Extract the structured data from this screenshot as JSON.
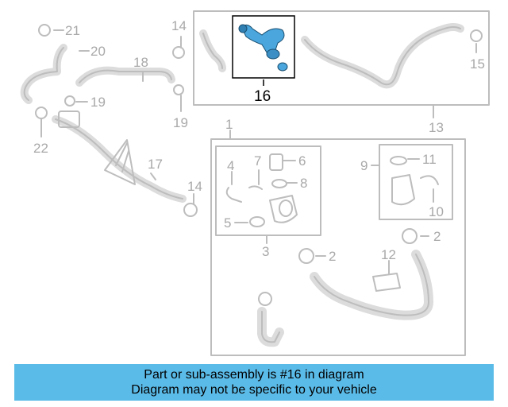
{
  "diagram": {
    "callouts": {
      "c1": "1",
      "c2a": "2",
      "c2b": "2",
      "c3": "3",
      "c4": "4",
      "c5": "5",
      "c6": "6",
      "c7": "7",
      "c8": "8",
      "c9": "9",
      "c10": "10",
      "c11": "11",
      "c12": "12",
      "c13": "13",
      "c14a": "14",
      "c14b": "14",
      "c15": "15",
      "c16": "16",
      "c17": "17",
      "c18": "18",
      "c19a": "19",
      "c19b": "19",
      "c20": "20",
      "c21": "21",
      "c22": "22"
    },
    "highlight_part": "16",
    "colors": {
      "highlight": "#4aa6dd",
      "line": "#bdbdbd",
      "banner": "#5bbbe8"
    }
  },
  "banner": {
    "line1": "Part or sub-assembly is #16 in diagram",
    "line2": "Diagram may not be specific to your vehicle"
  }
}
